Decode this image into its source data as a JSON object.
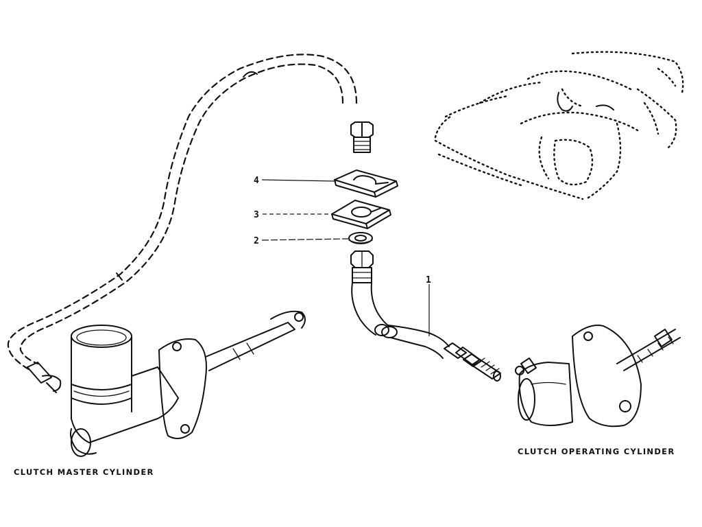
{
  "labels": {
    "master_cylinder": "CLUTCH MASTER CYLINDER",
    "operating_cylinder": "CLUTCH OPERATING CYLINDER"
  },
  "callouts": {
    "c1": "1",
    "c2": "2",
    "c3": "3",
    "c4": "4"
  }
}
